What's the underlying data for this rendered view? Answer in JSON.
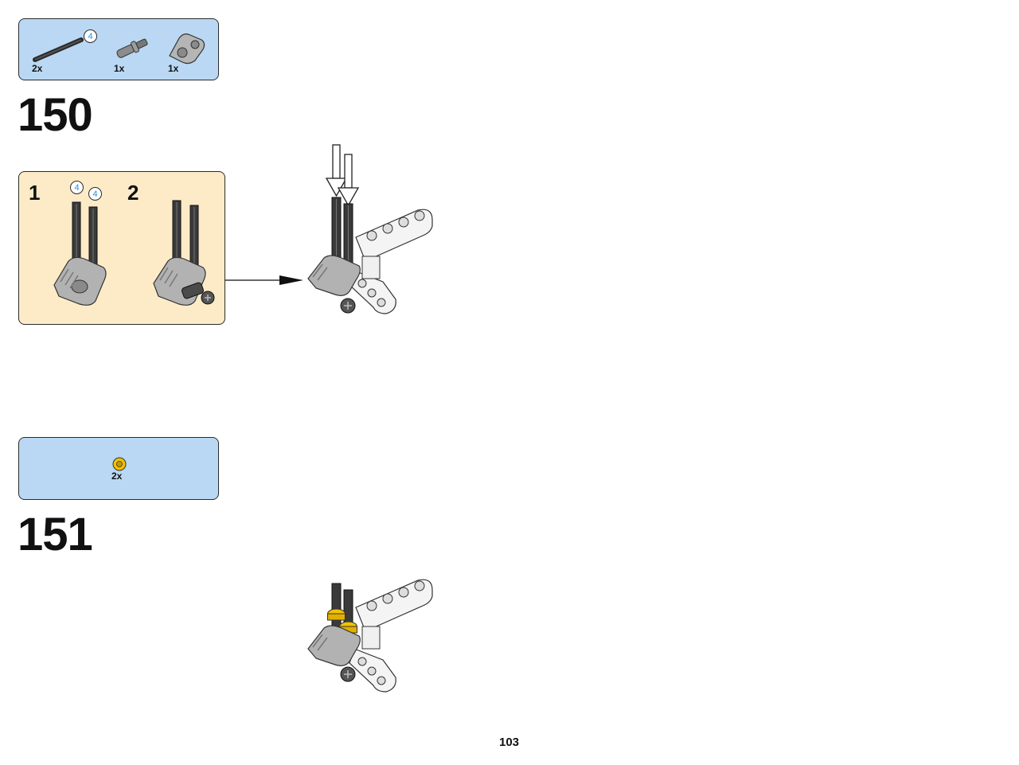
{
  "step150": {
    "number": "150",
    "parts": [
      {
        "qty": "2x",
        "icon": "axle-part-icon",
        "length_badge": "4"
      },
      {
        "qty": "1x",
        "icon": "axle-pin-part-icon"
      },
      {
        "qty": "1x",
        "icon": "angle-connector-part-icon"
      }
    ],
    "substeps": [
      {
        "number": "1",
        "badges": [
          "4",
          "4"
        ]
      },
      {
        "number": "2"
      }
    ]
  },
  "step151": {
    "number": "151",
    "parts": [
      {
        "qty": "2x",
        "icon": "yellow-bushing-part-icon"
      }
    ]
  },
  "page_number": "103",
  "colors": {
    "parts_box_bg": "#bad8f3",
    "substep_box_bg": "#fdebc8",
    "badge_text": "#2e8fd6",
    "bushing_yellow": "#f2c200",
    "beam_white": "#f4f4f4",
    "part_gray": "#9a9a9a",
    "axle_black": "#3a3a3a"
  }
}
